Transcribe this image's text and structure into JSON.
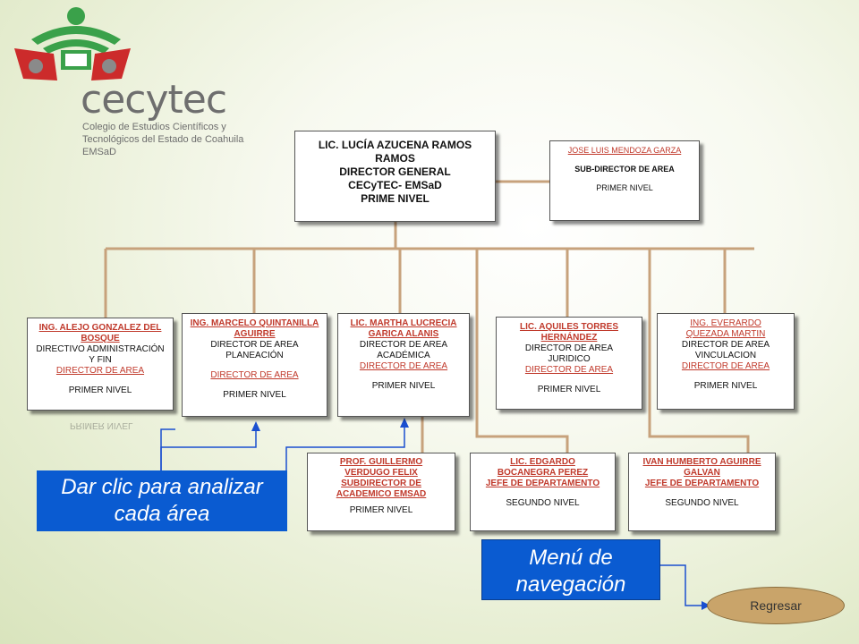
{
  "logo": {
    "brand": "cecytec",
    "line1": "Colegio de Estudios Científicos y",
    "line2": "Tecnológicos del Estado de Coahuila",
    "line3": "EMSaD"
  },
  "director": {
    "name": "LIC. LUCÍA AZUCENA RAMOS RAMOS",
    "title": "DIRECTOR GENERAL",
    "org": "CECyTEC- EMSaD",
    "level": "PRIME NIVEL"
  },
  "subdirector": {
    "name": "JOSE LUIS MENDOZA GARZA",
    "title": "SUB-DIRECTOR DE AREA",
    "level": "PRIMER NIVEL"
  },
  "level2": [
    {
      "name": "ING. ALEJO GONZALEZ DEL BOSQUE",
      "role": "DIRECTIVO ADMINISTRACIÓN Y FIN",
      "area": "DIRECTOR DE AREA",
      "level": "PRIMER NIVEL"
    },
    {
      "name": "ING. MARCELO QUINTANILLA AGUIRRE",
      "role": "DIRECTOR DE AREA PLANEACIÓN",
      "area": "DIRECTOR DE AREA",
      "level": "PRIMER NIVEL"
    },
    {
      "name": "LIC. MARTHA LUCRECIA GARICA ALANIS",
      "role": "DIRECTOR DE AREA ACADÉMICA",
      "area": "DIRECTOR DE AREA",
      "level": "PRIMER NIVEL"
    },
    {
      "name": "LIC. AQUILES TORRES HERNÁNDEZ",
      "role": "DIRECTOR DE AREA JURIDICO",
      "area": "DIRECTOR DE AREA",
      "level": "PRIMER NIVEL"
    },
    {
      "name": "ING. EVERARDO QUEZADA MARTIN",
      "role": "DIRECTOR DE AREA VINCULACION",
      "area": "DIRECTOR DE AREA",
      "level": "PRIMER NIVEL"
    }
  ],
  "level3": [
    {
      "name": "PROF. GUILLERMO VERDUGO FELIX",
      "area": "SUBDIRECTOR DE ACADEMICO EMSAD",
      "level": "PRIMER NIVEL"
    },
    {
      "name": "LIC. EDGARDO BOCANEGRA PEREZ",
      "area": "JEFE DE DEPARTAMENTO",
      "level": "SEGUNDO NIVEL"
    },
    {
      "name": "IVAN HUMBERTO AGUIRRE GALVAN",
      "area": "JEFE DE DEPARTAMENTO",
      "level": "SEGUNDO NIVEL"
    }
  ],
  "callouts": {
    "analyze": "Dar clic para analizar cada área",
    "menu": "Menú de navegación"
  },
  "back_button": "Regresar",
  "reflection": "PRIMER NIVEL",
  "colors": {
    "link": "#c0392b",
    "callout": "#0a5bd1",
    "button": "#c9a46a",
    "connector": "#c7a27c"
  }
}
